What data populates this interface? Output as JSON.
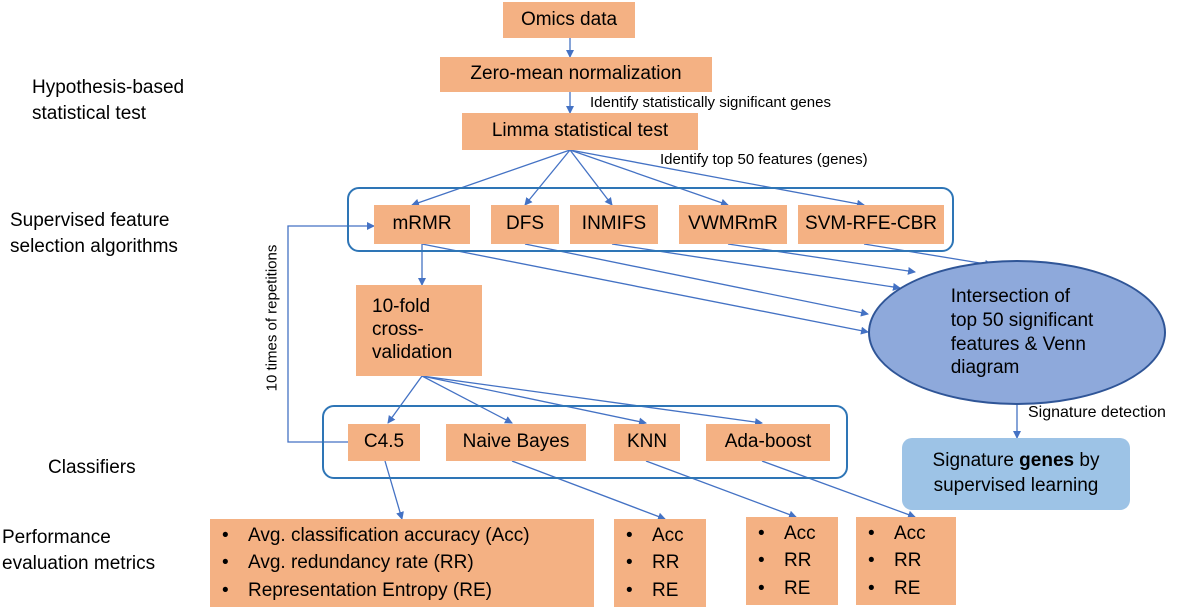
{
  "left_labels": {
    "hypothesis": [
      "Hypothesis-based",
      "statistical test"
    ],
    "feature_selection": [
      "Supervised feature",
      "selection algorithms"
    ],
    "classifiers": "Classifiers",
    "performance": [
      "Performance",
      "evaluation metrics"
    ]
  },
  "boxes": {
    "omics": "Omics data",
    "normalization": "Zero-mean normalization",
    "limma": "Limma statistical test",
    "cv": [
      "10-fold",
      "cross-",
      "validation"
    ]
  },
  "edge_labels": {
    "significant_genes": "Identify statistically significant genes",
    "top50": "Identify top 50 features (genes)",
    "repetitions": "10 times of repetitions",
    "signature_detection": "Signature detection"
  },
  "algorithms": [
    "mRMR",
    "DFS",
    "INMIFS",
    "VWMRmR",
    "SVM-RFE-CBR"
  ],
  "classifiers": [
    "C4.5",
    "Naive Bayes",
    "KNN",
    "Ada-boost"
  ],
  "intersection": [
    "Intersection of",
    "top 50 significant",
    "features & Venn",
    "diagram"
  ],
  "signature": {
    "line1_pre": "Signature ",
    "line1_bold": "genes",
    "line1_post": " by",
    "line2": "supervised learning"
  },
  "metrics": {
    "bullet": "•",
    "main": [
      "Avg. classification accuracy (Acc)",
      "Avg. redundancy rate (RR)",
      "Representation Entropy (RE)"
    ],
    "short": [
      "Acc",
      "RR",
      "RE"
    ]
  },
  "colors": {
    "box_fill": "#f4b183",
    "frame_blue": "#2e75b6",
    "arrow_blue": "#4472c4",
    "ellipse_fill": "#8ea9db",
    "ellipse_border": "#2f5597",
    "signature_fill": "#9dc3e6"
  }
}
